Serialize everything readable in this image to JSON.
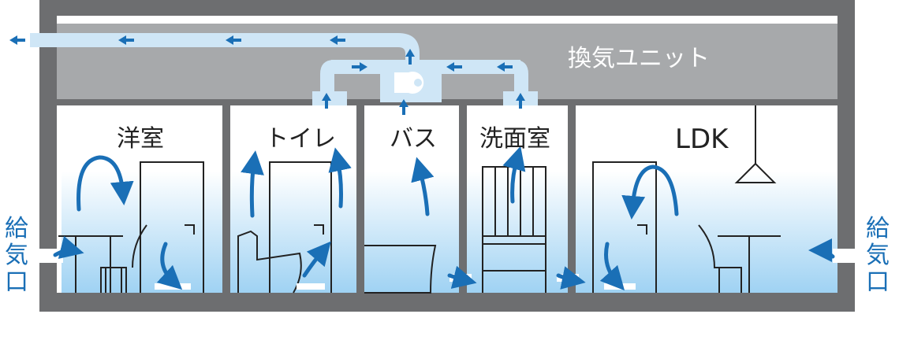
{
  "unit_label": "換気ユニット",
  "rooms": [
    {
      "key": "western_room",
      "label": "洋室"
    },
    {
      "key": "toilet",
      "label": "トイレ"
    },
    {
      "key": "bath",
      "label": "バス"
    },
    {
      "key": "washroom",
      "label": "洗面室"
    },
    {
      "key": "ldk",
      "label": "LDK"
    }
  ],
  "inlet_left_label": "給気口",
  "inlet_right_label": "給気口",
  "colors": {
    "wall": "#6d6e70",
    "duct_space": "#a7a9ab",
    "duct": "#cfe6f6",
    "arrow": "#1a6fb6",
    "outline": "#222222",
    "text_blue": "#1a6fb6"
  }
}
